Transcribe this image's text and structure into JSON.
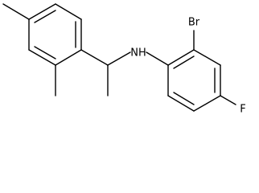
{
  "molecule": {
    "atoms": [
      {
        "id": "nh",
        "label": "NH"
      },
      {
        "id": "br",
        "label": "Br"
      },
      {
        "id": "f",
        "label": "F"
      }
    ]
  }
}
